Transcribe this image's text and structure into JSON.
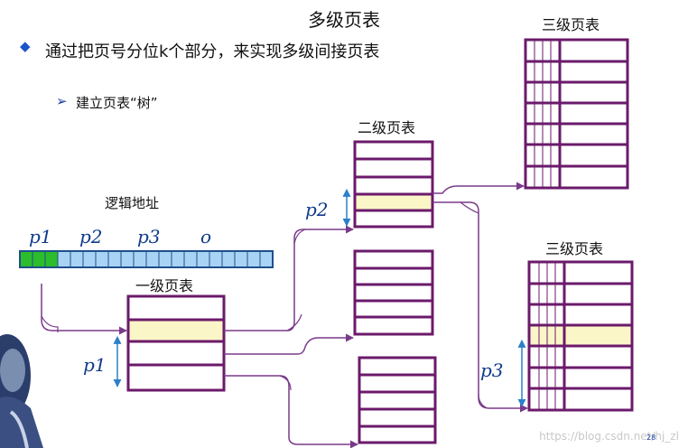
{
  "title": "多级页表",
  "bullet": {
    "text": "通过把页号分位k个部分，来实现多级间接页表",
    "sub": "建立页表“树”"
  },
  "address": {
    "label": "逻辑地址",
    "parts": [
      "p1",
      "p2",
      "p3",
      "o"
    ],
    "cells_green": 3,
    "cells_total": 20
  },
  "tables": {
    "level1": "一级页表",
    "level2": "二级页表",
    "level3_top": "三级页表",
    "level3_bottom": "三级页表"
  },
  "offset_labels": {
    "p1": "p1",
    "p2": "p2",
    "p3": "p3"
  },
  "watermark": "https://blog.csdn.net/hj_zl",
  "page_number": "28",
  "colors": {
    "table_border": "#6b1a6b",
    "highlight_row": "#fbf6c8",
    "arrow": "#7a3a8a",
    "offset_arrow": "#2c7fc8",
    "bit_green": "#2bbd2b",
    "bit_blue": "#a9d3f5"
  },
  "icons": [
    "bullet-diamond-icon",
    "sub-bullet-arrow-icon"
  ]
}
